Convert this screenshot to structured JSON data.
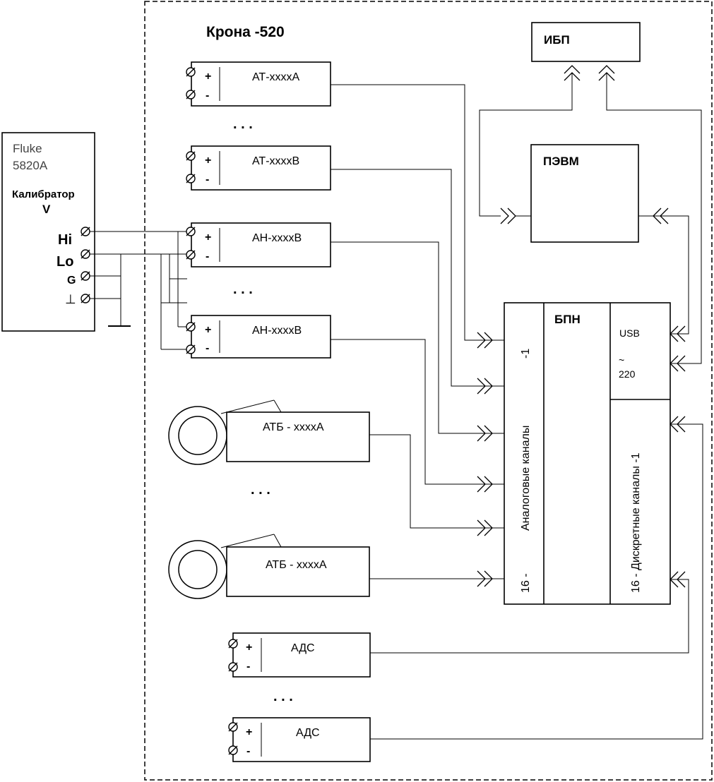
{
  "system": {
    "title": "Крона -520"
  },
  "calibrator": {
    "brand": "Fluke",
    "model": "5820A",
    "name": "Калибратор",
    "unit": "V",
    "terminals": {
      "hi": "Hi",
      "lo": "Lo",
      "g": "G",
      "ground": "⊥"
    }
  },
  "sensors": {
    "plus": "+",
    "minus": "-",
    "dots": ". . .",
    "at1": "АТ-xxxxA",
    "at2": "АТ-xxxxB",
    "an1": "АН-xxxxB",
    "an2": "АН-xxxxB",
    "atb1": "АТБ - xxxxA",
    "atb2": "АТБ - xxxxA",
    "ads1": "АДС",
    "ads2": "АДС"
  },
  "ups": {
    "label": "ИБП"
  },
  "pc": {
    "label": "ПЭВМ"
  },
  "bpn": {
    "label": "БПН",
    "usb": "USB",
    "tilde": "~",
    "mains": "220",
    "analog": "Аналоговые каналы",
    "analog_first": "-1",
    "analog_last": "16 -",
    "discrete": "16 - Дискретные каналы -1"
  }
}
